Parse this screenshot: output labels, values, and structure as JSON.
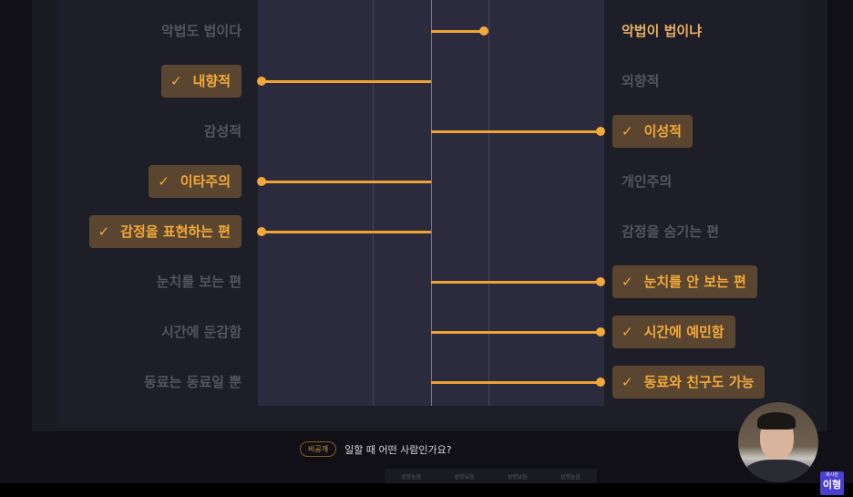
{
  "rows": [
    {
      "left": "악법도 법이다",
      "right": "악법이 법이냐",
      "selected": "right",
      "score": 0.31,
      "selected_style": "text"
    },
    {
      "left": "내향적",
      "right": "외향적",
      "selected": "left",
      "score": -1
    },
    {
      "left": "감성적",
      "right": "이성적",
      "selected": "right",
      "score": 1
    },
    {
      "left": "이타주의",
      "right": "개인주의",
      "selected": "left",
      "score": -1
    },
    {
      "left": "감정을 표현하는 편",
      "right": "감정을 숨기는 편",
      "selected": "left",
      "score": -1
    },
    {
      "left": "눈치를 보는 편",
      "right": "눈치를 안 보는 편",
      "selected": "right",
      "score": 1
    },
    {
      "left": "시간에 둔감함",
      "right": "시간에 예민함",
      "selected": "right",
      "score": 1
    },
    {
      "left": "동료는 동료일 뿐",
      "right": "동료와 친구도 가능",
      "selected": "right",
      "score": 1
    }
  ],
  "check_icon": "✓",
  "question": {
    "badge": "비공개",
    "text": "일할 때 어떤 사람인가요?"
  },
  "table_headers": [
    "성향높음",
    "성향낮음",
    "성향낮음",
    "성향높음"
  ],
  "watermark": {
    "small": "회사원",
    "big": "이형"
  },
  "colors": {
    "accent": "#f3a93a",
    "chart_bg": "#2c2a3d",
    "selected_bg": "#5a4630"
  }
}
